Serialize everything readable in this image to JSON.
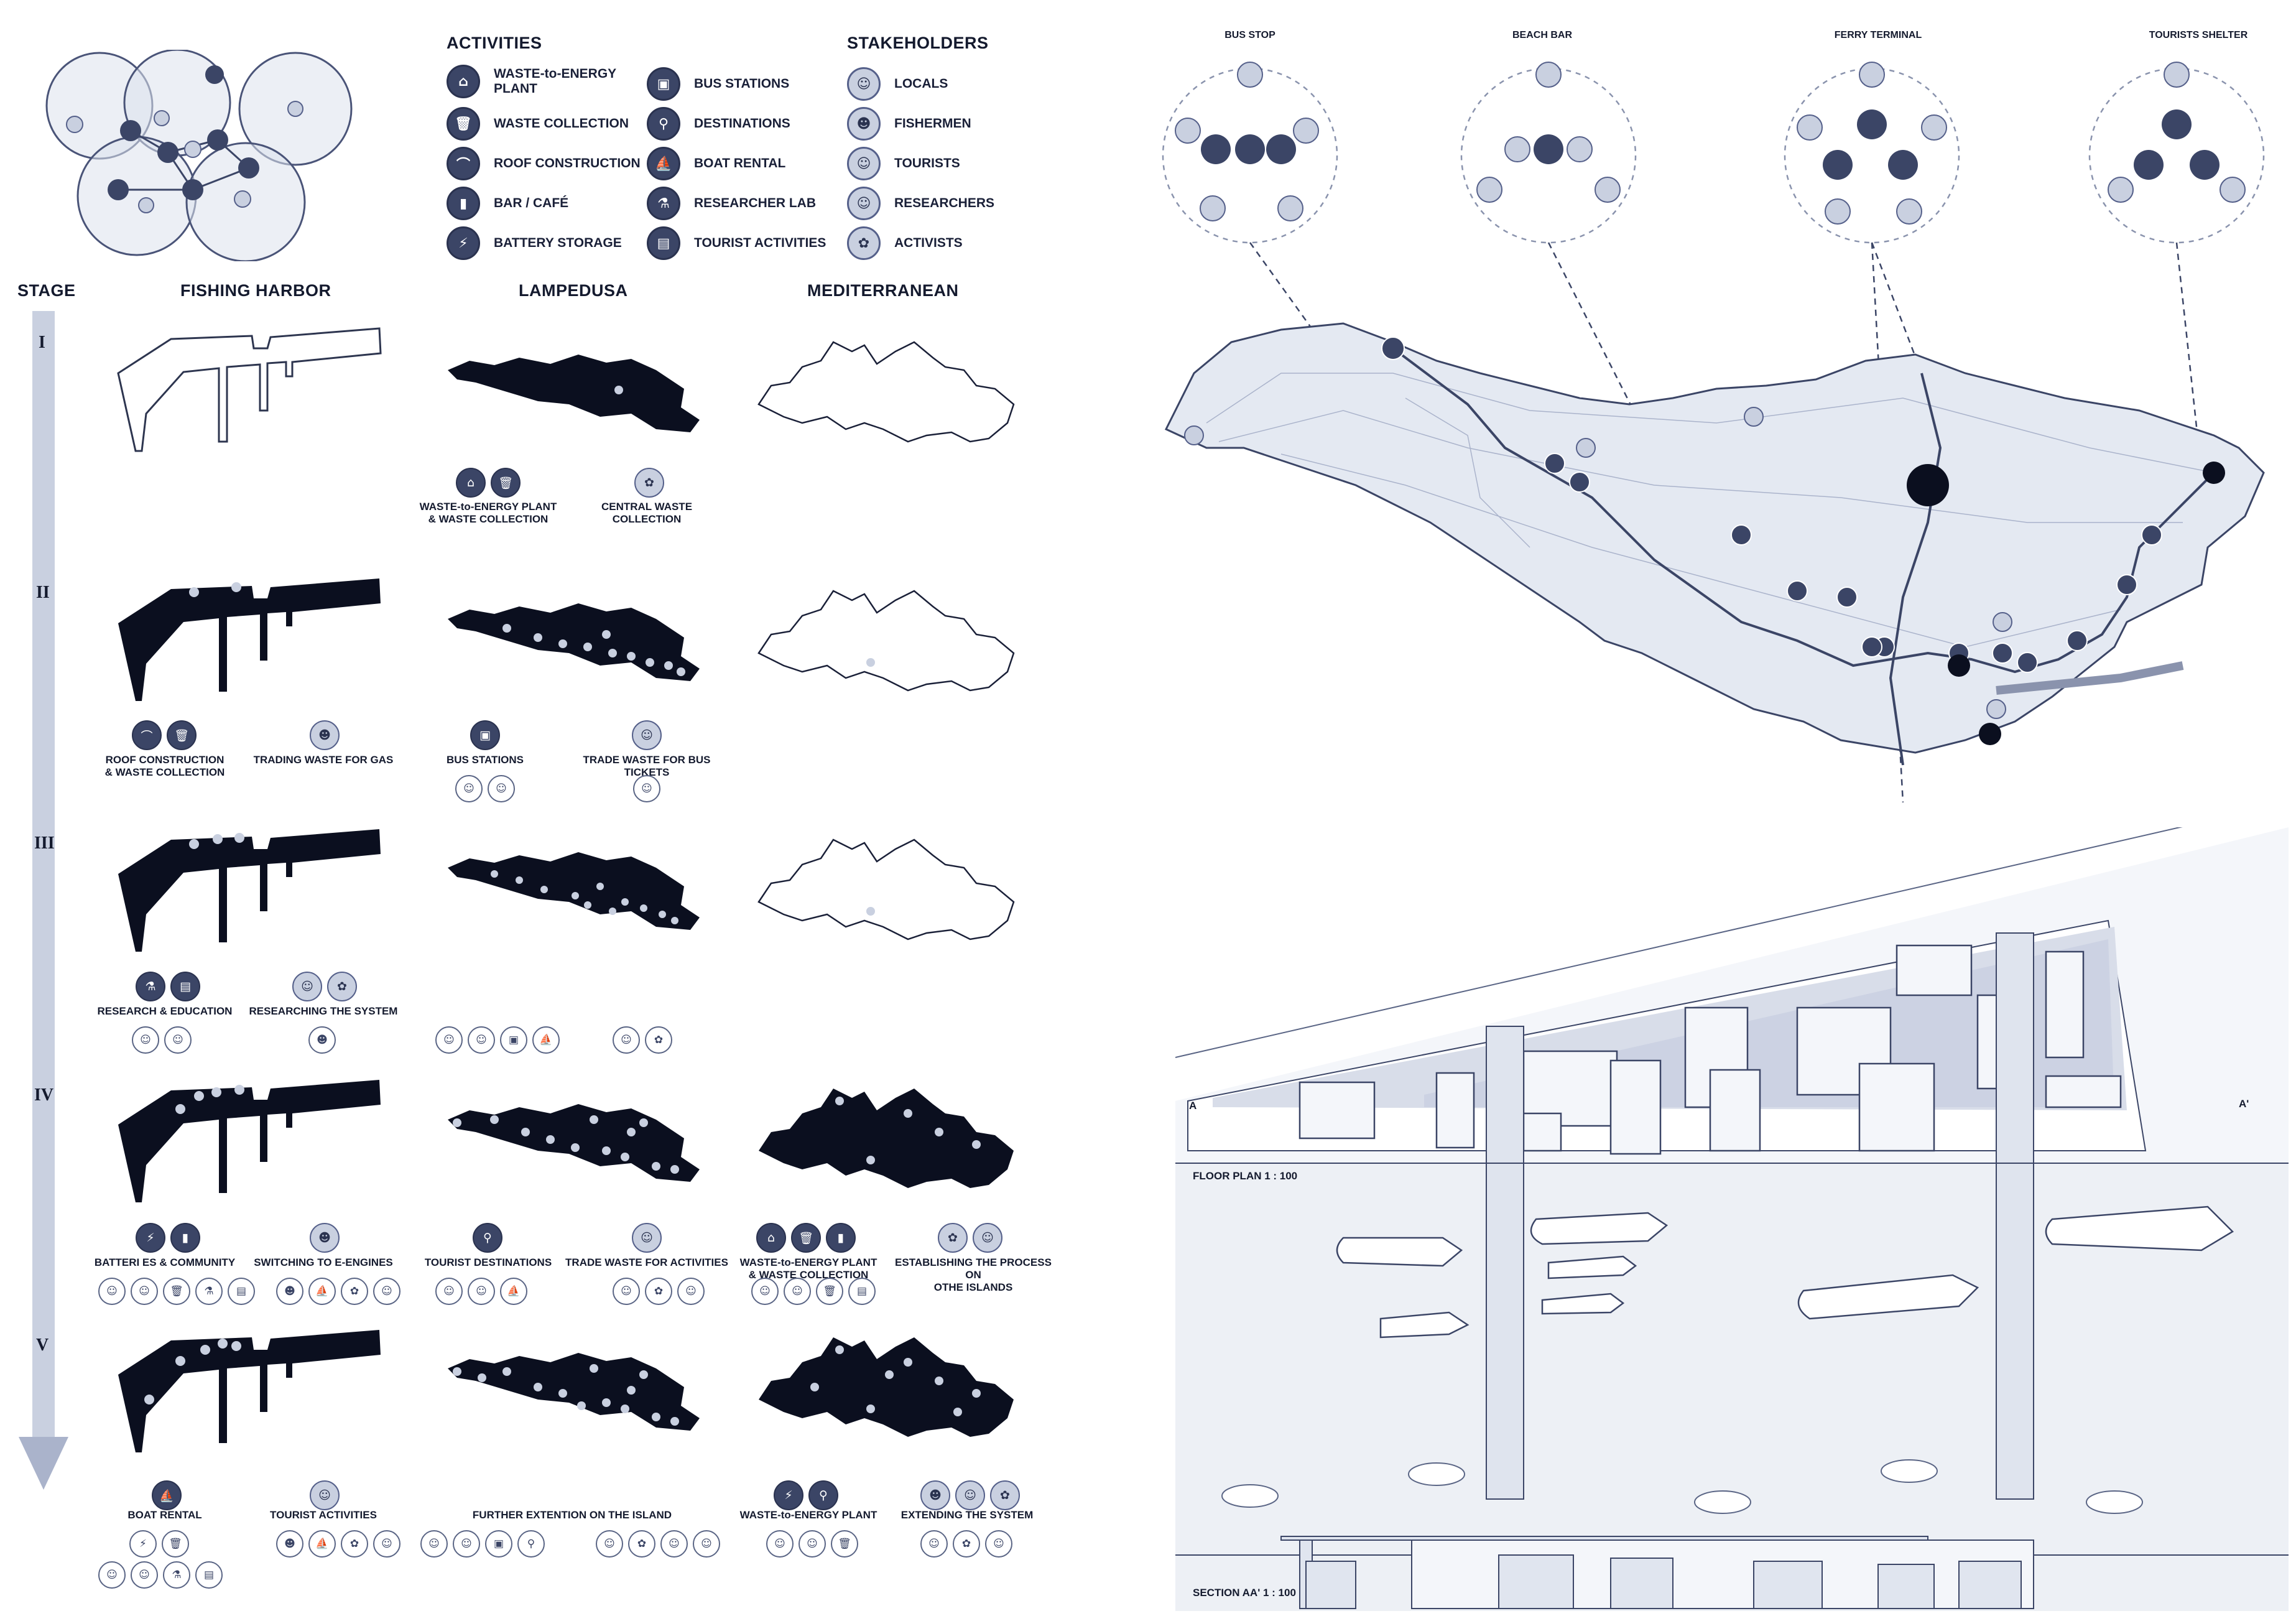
{
  "legend": {
    "activities_title": "ACTIVITIES",
    "stakeholders_title": "STAKEHOLDERS",
    "activities": [
      {
        "label": "WASTE-to-ENERGY PLANT",
        "icon": "factory-icon"
      },
      {
        "label": "WASTE COLLECTION",
        "icon": "bin-icon"
      },
      {
        "label": "ROOF CONSTRUCTION",
        "icon": "roof-icon"
      },
      {
        "label": "BAR / CAFÉ",
        "icon": "bottle-icon"
      },
      {
        "label": "BATTERY STORAGE",
        "icon": "lightning-icon"
      },
      {
        "label": "BUS STATIONS",
        "icon": "bus-icon"
      },
      {
        "label": "DESTINATIONS",
        "icon": "pin-icon"
      },
      {
        "label": "BOAT RENTAL",
        "icon": "boat-icon"
      },
      {
        "label": "RESEARCHER LAB",
        "icon": "flask-icon"
      },
      {
        "label": "TOURIST ACTIVITIES",
        "icon": "ticket-icon"
      }
    ],
    "stakeholders": [
      {
        "label": "LOCALS",
        "icon": "people-icon"
      },
      {
        "label": "FISHERMEN",
        "icon": "fisherman-icon"
      },
      {
        "label": "TOURISTS",
        "icon": "tourist-icon"
      },
      {
        "label": "RESEARCHERS",
        "icon": "researcher-icon"
      },
      {
        "label": "ACTIVISTS",
        "icon": "activist-icon"
      }
    ]
  },
  "matrix": {
    "stage_label": "STAGE",
    "columns": [
      "FISHING HARBOR",
      "LAMPEDUSA",
      "MEDITERRANEAN"
    ],
    "stages": [
      "I",
      "II",
      "III",
      "IV",
      "V"
    ],
    "captions": {
      "s1_lamp_a": "WASTE-to-ENERGY PLANT\n& WASTE COLLECTION",
      "s1_lamp_b": "CENTRAL WASTE\nCOLLECTION",
      "s2_harbor_a": "ROOF CONSTRUCTION\n& WASTE COLLECTION",
      "s2_harbor_b": "TRADING WASTE FOR GAS",
      "s2_lamp_a": "BUS STATIONS",
      "s2_lamp_b": "TRADE WASTE FOR BUS TICKETS",
      "s3_harbor_a": "RESEARCH & EDUCATION",
      "s3_harbor_b": "RESEARCHING THE SYSTEM",
      "s4_harbor_a": "BATTERI ES & COMMUNITY",
      "s4_harbor_b": "SWITCHING TO E-ENGINES",
      "s4_lamp_a": "TOURIST DESTINATIONS",
      "s4_lamp_b": "TRADE WASTE FOR ACTIVITIES",
      "s4_med_a": "WASTE-to-ENERGY PLANT\n& WASTE COLLECTION",
      "s4_med_b": "ESTABLISHING THE PROCESS ON\nOTHE ISLANDS",
      "s5_harbor_a": "BOAT RENTAL",
      "s5_harbor_b": "TOURIST ACTIVITIES",
      "s5_lamp": "FURTHER EXTENTION ON THE ISLAND",
      "s5_med_a": "WASTE-to-ENERGY PLANT",
      "s5_med_b": "EXTENDING THE SYSTEM"
    }
  },
  "map": {
    "hubs": [
      "BUS STOP",
      "BEACH BAR",
      "FERRY TERMINAL",
      "TOURISTS SHELTER"
    ]
  },
  "plan": {
    "floor_plan_title": "FLOOR PLAN 1 : 100",
    "section_title": "SECTION AA' 1 : 100",
    "marker_a": "A",
    "marker_a2": "A'"
  },
  "colors": {
    "navy": "#3b4566",
    "light_blue": "#c9d0e0",
    "map_fill": "#e4e9f2",
    "water": "#edf0f5"
  }
}
